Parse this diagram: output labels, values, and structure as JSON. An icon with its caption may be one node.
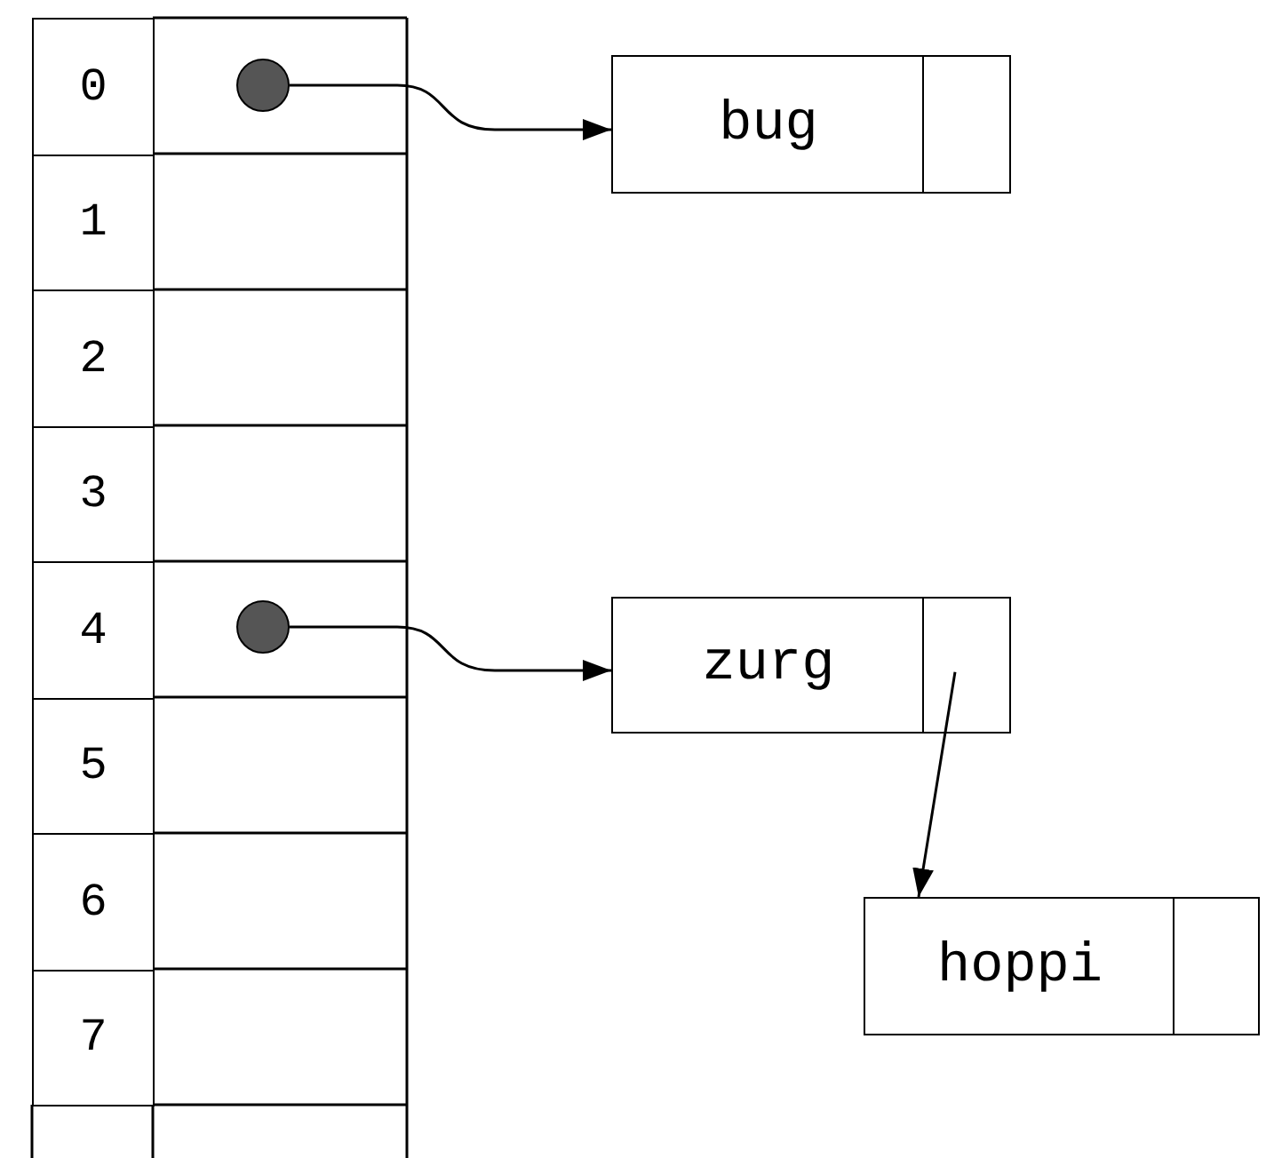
{
  "diagram": {
    "nodes": [
      {
        "text": [
          "0"
        ]
      },
      {
        "text": [
          "1"
        ]
      },
      {
        "text": [
          "2"
        ]
      },
      {
        "text": [
          "3"
        ]
      },
      {
        "text": [
          "4"
        ]
      },
      {
        "text": [
          "5"
        ]
      },
      {
        "text": [
          "6"
        ]
      },
      {
        "text": [
          "7"
        ]
      },
      {
        "text": [],
        "shape": "circle"
      },
      {
        "text": [],
        "shape": "circle"
      },
      {
        "text": [
          "bug"
        ]
      },
      {
        "text": [],
        "shape": "box"
      },
      {
        "text": [
          "zurg"
        ]
      },
      {
        "text": [],
        "shape": "box"
      },
      {
        "text": [
          "hoppi"
        ]
      },
      {
        "text": [],
        "shape": "box"
      }
    ],
    "edges": [
      {
        "from": 8,
        "to": 10,
        "arrow": "to"
      },
      {
        "from": 9,
        "to": 12,
        "arrow": "to"
      },
      {
        "from": 13,
        "to": 14,
        "arrow": "to"
      }
    ]
  }
}
